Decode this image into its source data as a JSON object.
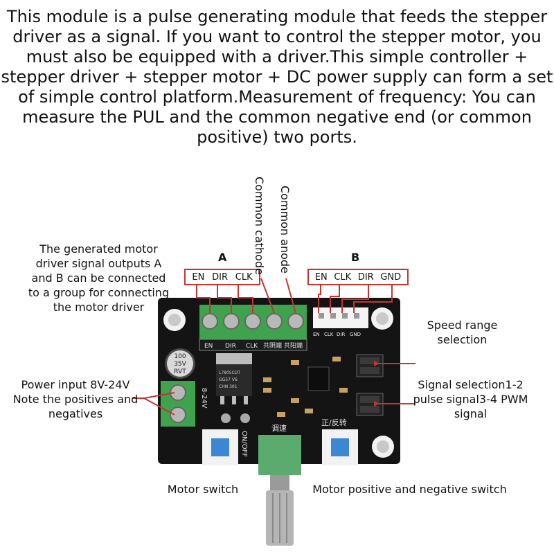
{
  "intro_text": "This module is a pulse generating module that feeds the stepper driver as a signal. If you want to control the stepper motor, you must also be equipped with a driver.This simple controller + stepper driver + stepper motor + DC power supply can form a set of simple control platform.Measurement of frequency: You can measure the PUL and the common negative end (or common positive) two ports.",
  "connector_a": {
    "label": "A",
    "pins": [
      "EN",
      "DIR",
      "CLK"
    ],
    "common_cathode": "Common cathode",
    "common_anode": "Common anode"
  },
  "connector_b": {
    "label": "B",
    "pins": [
      "EN",
      "CLK",
      "DIR",
      "GND"
    ]
  },
  "callouts": {
    "outputs": "The generated motor driver signal outputs A and B can be connected to a group for connecting the motor driver",
    "power": "Power input 8V-24V Note the positives and negatives",
    "speed_range": "Speed range selection",
    "signal_selection": "Signal selection1-2 pulse signal3-4 PWM signal",
    "motor_switch": "Motor switch",
    "direction_switch": "Motor positive and negative switch"
  },
  "board_silkscreen": {
    "bottom_pins": [
      "EN",
      "DIR",
      "CLK",
      "共阴端",
      "共阳端"
    ],
    "b_pins": [
      "EN",
      "CLK",
      "DIR",
      "GND"
    ],
    "voltage": "8-24V",
    "onoff": "ON/OFF",
    "speed": "调速",
    "direction": "正/反转",
    "cap": [
      "100",
      "35V",
      "RVT"
    ],
    "chip": [
      "L7805CDT",
      "GG57 V6",
      "CHN 301"
    ]
  },
  "colors": {
    "board": "#141414",
    "terminal_green": "#3fa34d",
    "button_blue": "#3b87d4",
    "pointer_red": "#c8332e"
  }
}
